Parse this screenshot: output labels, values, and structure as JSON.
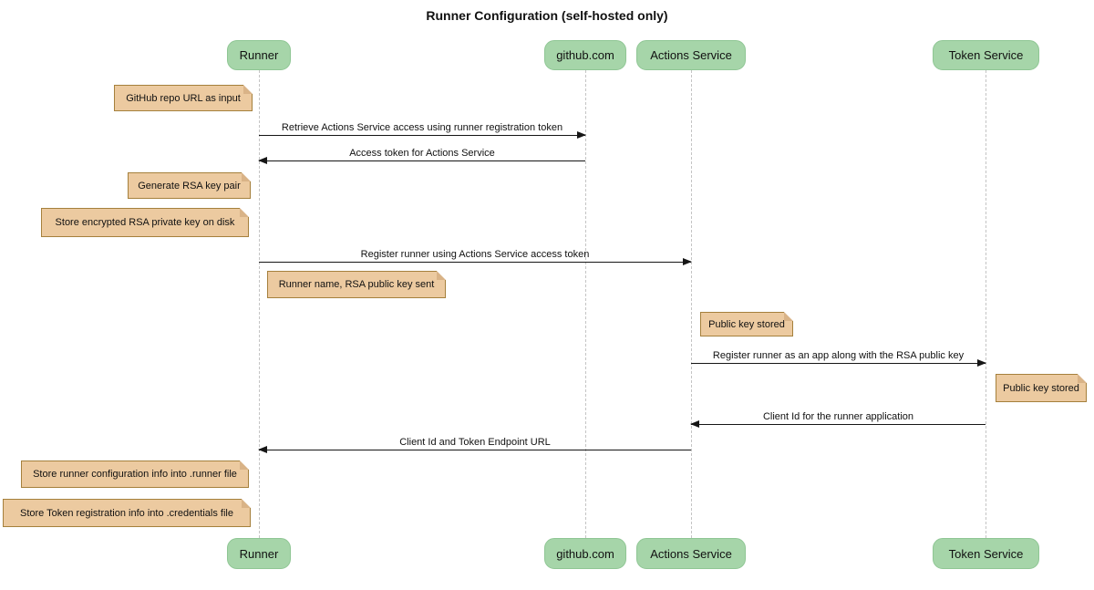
{
  "title": "Runner Configuration (self-hosted only)",
  "colors": {
    "actor_fill": "#a6d5a9",
    "actor_border": "#8fc694",
    "note_fill": "#eccaa0",
    "note_border": "#a5803c",
    "note_fold": "#d9b387",
    "lifeline": "#c4c4c4",
    "line": "#161616"
  },
  "participants": [
    {
      "label": "Runner"
    },
    {
      "label": "github.com"
    },
    {
      "label": "Actions Service"
    },
    {
      "label": "Token Service"
    }
  ],
  "messages": [
    {
      "label": "Retrieve Actions Service access using runner registration token",
      "from": "Runner",
      "to": "github.com"
    },
    {
      "label": "Access token for Actions Service",
      "from": "github.com",
      "to": "Runner"
    },
    {
      "label": "Register runner using Actions Service access token",
      "from": "Runner",
      "to": "Actions Service"
    },
    {
      "label": "Register runner as an app along with the RSA public key",
      "from": "Actions Service",
      "to": "Token Service"
    },
    {
      "label": "Client Id for the runner application",
      "from": "Token Service",
      "to": "Actions Service"
    },
    {
      "label": "Client Id and Token Endpoint URL",
      "from": "Actions Service",
      "to": "Runner"
    }
  ],
  "notes": [
    {
      "text": "GitHub repo URL as input",
      "anchor": "Runner",
      "side": "left"
    },
    {
      "text": "Generate RSA key pair",
      "anchor": "Runner",
      "side": "left"
    },
    {
      "text": "Store encrypted RSA private key on disk",
      "anchor": "Runner",
      "side": "left"
    },
    {
      "text": "Runner name, RSA public key sent",
      "anchor": "Runner",
      "side": "right"
    },
    {
      "text": "Public key stored",
      "anchor": "Actions Service",
      "side": "right"
    },
    {
      "text": "Public key stored",
      "anchor": "Token Service",
      "side": "right"
    },
    {
      "text": "Store runner configuration info into .runner file",
      "anchor": "Runner",
      "side": "left"
    },
    {
      "text": "Store Token registration info into .credentials file",
      "anchor": "Runner",
      "side": "left"
    }
  ]
}
